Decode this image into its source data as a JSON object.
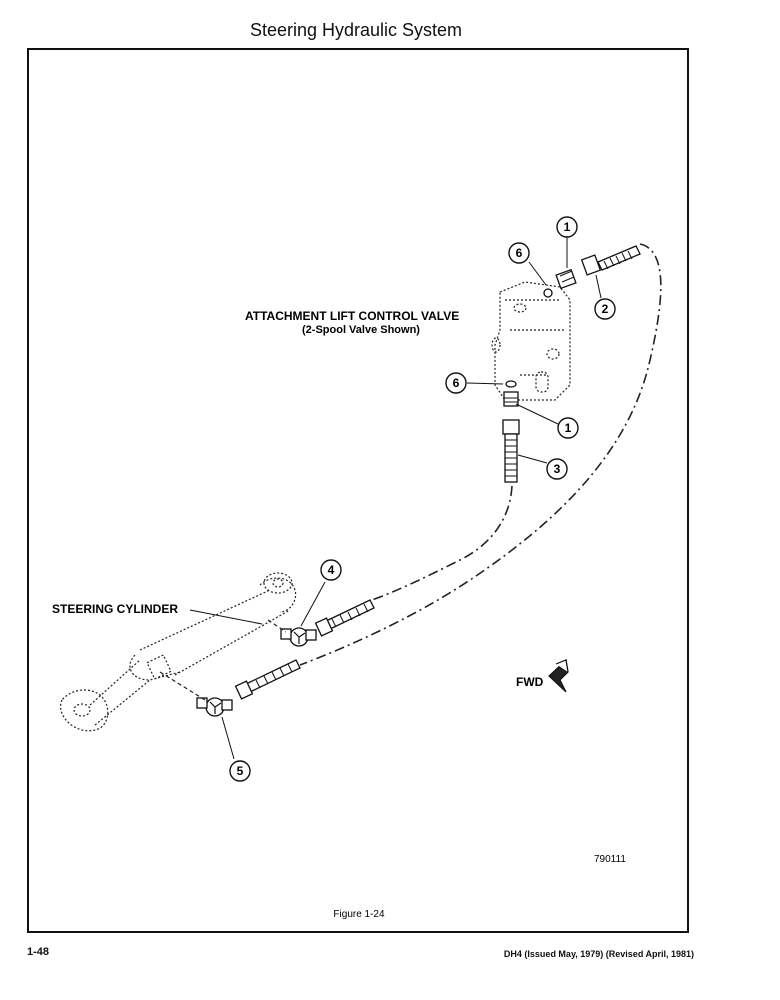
{
  "page": {
    "title": "Steering Hydraulic System",
    "page_number": "1-48",
    "footer_note": "DH4 (Issued May, 1979) (Revised April, 1981)"
  },
  "figure": {
    "caption": "Figure 1-24",
    "drawing_number": "790111",
    "labels": {
      "valve_title": "ATTACHMENT LIFT CONTROL VALVE",
      "valve_subtitle": "(2-Spool Valve Shown)",
      "cylinder": "STEERING CYLINDER",
      "fwd": "FWD"
    },
    "callouts": [
      "1",
      "2",
      "6",
      "6",
      "1",
      "3",
      "4",
      "5"
    ]
  }
}
